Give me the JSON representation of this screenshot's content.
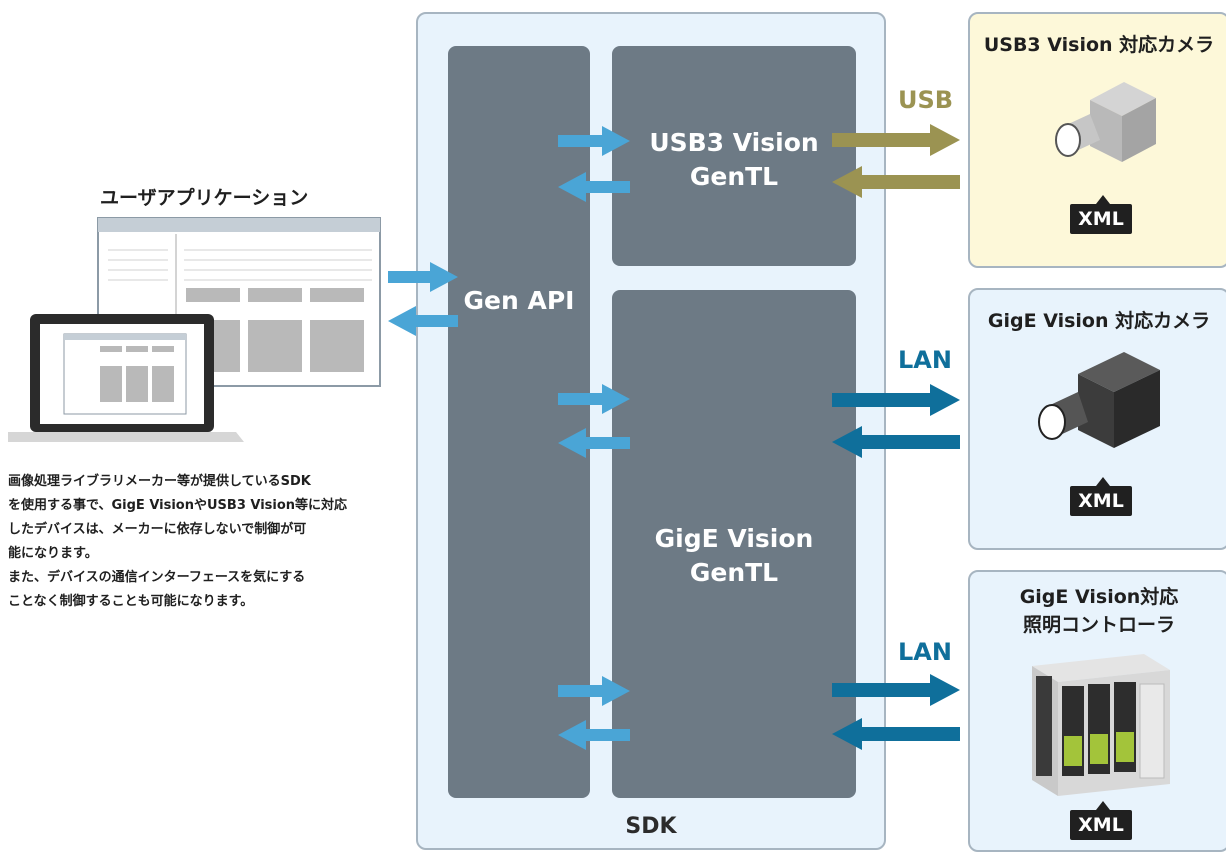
{
  "sdk": {
    "label": "SDK",
    "gen_api": "Gen API",
    "usb3_gentl": [
      "USB3 Vision",
      "GenTL"
    ],
    "gige_gentl": [
      "GigE Vision",
      "GenTL"
    ]
  },
  "app": {
    "title": "ユーザアプリケーション",
    "description": [
      "画像処理ライブラリメーカー等が提供しているSDK",
      "を使用する事で、GigE VisionやUSB3 Vision等に対応",
      "したデバイスは、メーカーに依存しないで制御が可",
      "能になります。",
      "また、デバイスの通信インターフェースを気にする",
      "ことなく制御することも可能になります。"
    ]
  },
  "connections": {
    "usb": "USB",
    "lan1": "LAN",
    "lan2": "LAN"
  },
  "devices": [
    {
      "title": [
        "USB3 Vision 対応カメラ"
      ],
      "badge": "XML"
    },
    {
      "title": [
        "GigE Vision 対応カメラ"
      ],
      "badge": "XML"
    },
    {
      "title": [
        "GigE Vision対応",
        "照明コントローラ"
      ],
      "badge": "XML"
    }
  ],
  "colors": {
    "sdk_bg": "#e8f3fc",
    "block": "#6d7a85",
    "arrow_light_blue": "#4aa5d6",
    "usb_olive": "#9b9352",
    "lan_blue": "#0f6f9b",
    "usb_device_bg": "#fdf8d9",
    "gige_device_bg": "#e8f3fc"
  },
  "icons": [
    "camera-icon",
    "laptop-icon",
    "controller-icon"
  ]
}
